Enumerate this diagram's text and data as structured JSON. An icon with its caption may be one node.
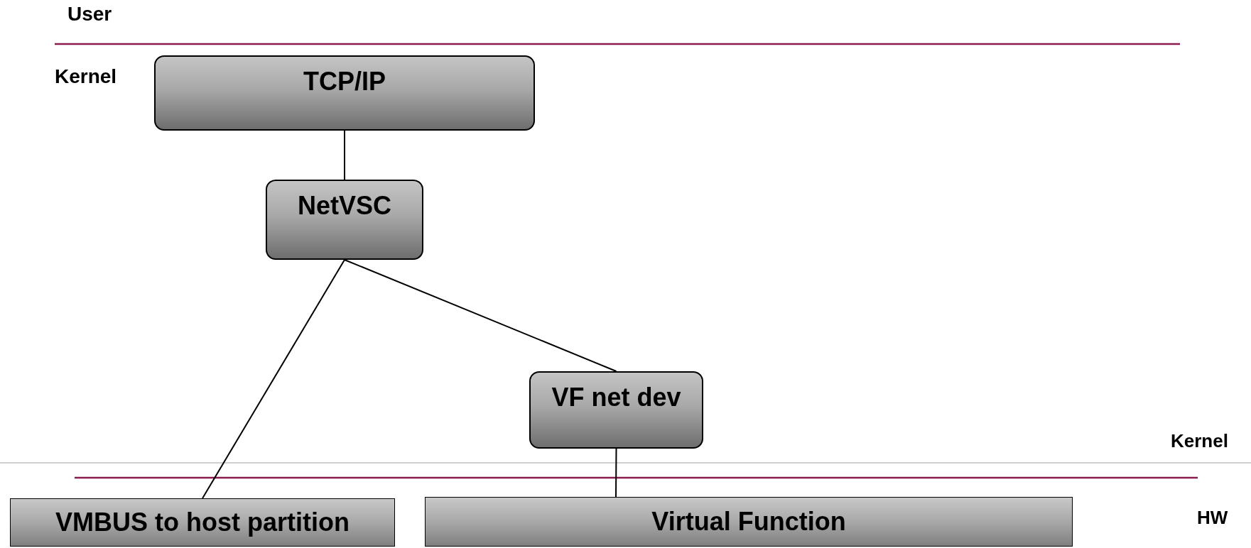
{
  "diagram": {
    "nodes": [
      {
        "text": [
          "TCP/IP"
        ]
      },
      {
        "text": [
          "NetVSC"
        ]
      },
      {
        "text": [
          "VF net dev"
        ]
      },
      {
        "text": [
          "VMBUS to host partition"
        ]
      },
      {
        "text": [
          "Virtual Function"
        ]
      }
    ],
    "edges": [
      {
        "from": 0,
        "to": 1,
        "arrow": "none"
      },
      {
        "from": 1,
        "to": 3,
        "arrow": "none"
      },
      {
        "from": 1,
        "to": 2,
        "arrow": "none"
      },
      {
        "from": 2,
        "to": 4,
        "arrow": "none"
      }
    ],
    "labels": [
      "User",
      "Kernel",
      "Kernel",
      "HW"
    ]
  }
}
